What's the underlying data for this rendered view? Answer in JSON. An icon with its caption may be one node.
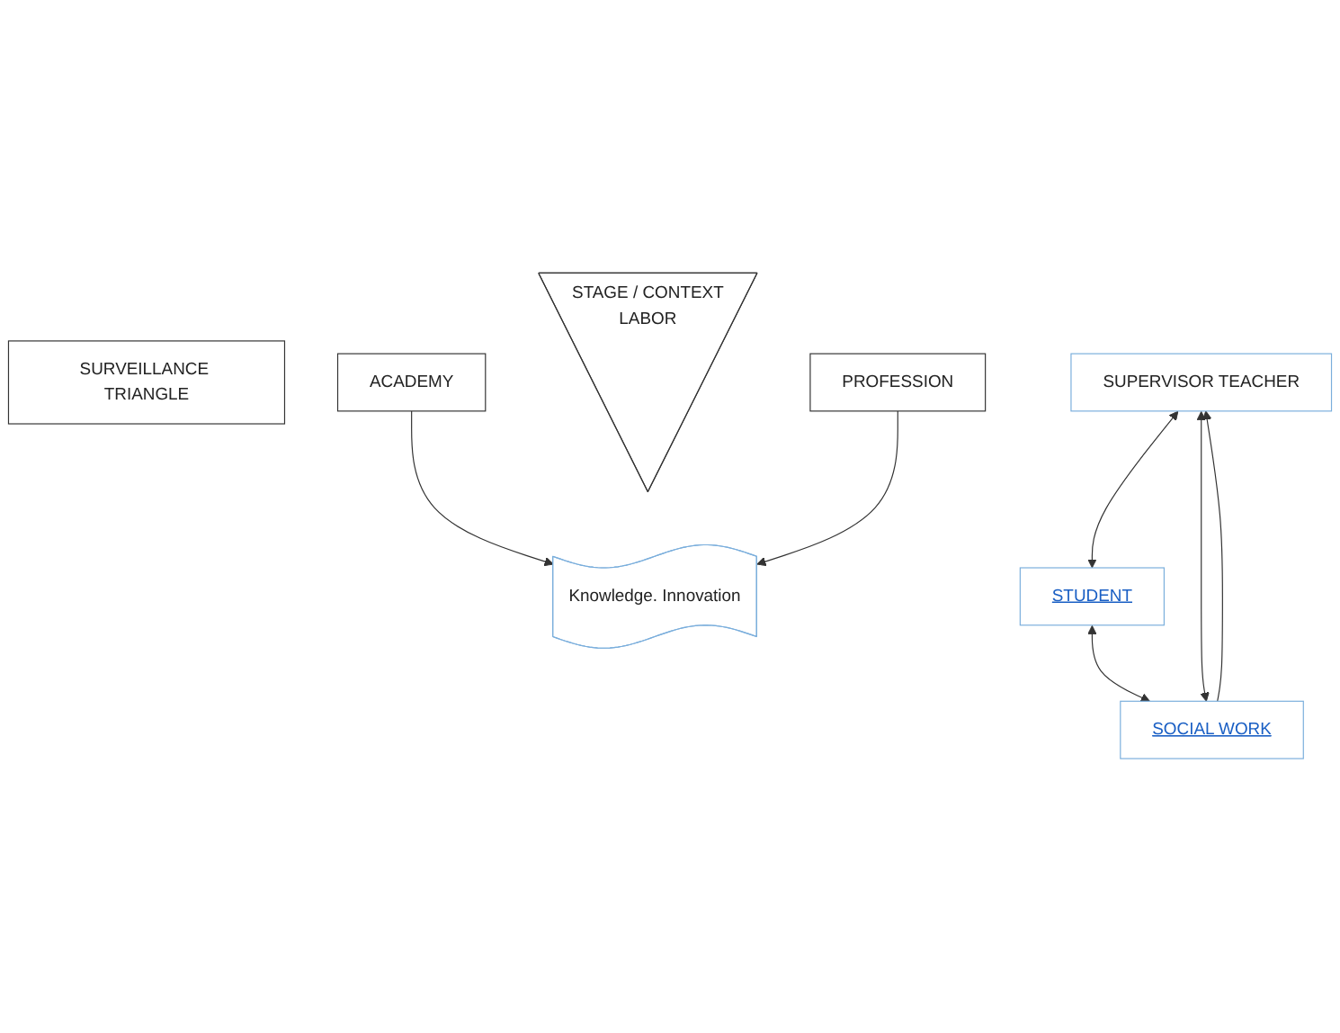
{
  "diagram": {
    "nodes": [
      {
        "text": [
          "SURVEILLANCE TRIANGLE"
        ]
      },
      {
        "text": [
          "SUPERVISOR TEACHER"
        ]
      },
      {
        "text": [
          "STUDENT"
        ]
      },
      {
        "text": [
          "STAGE / CONTEXT",
          "LABOR"
        ]
      },
      {
        "text": [
          "SOCIAL WORK"
        ]
      },
      {
        "text": [
          "ACADEMY"
        ]
      },
      {
        "text": [
          "Knowledge. Innovation"
        ]
      },
      {
        "text": [
          "PROFESSION"
        ]
      }
    ],
    "edges": [
      {
        "from": 1,
        "to": 2,
        "arrow": "both"
      },
      {
        "from": 1,
        "to": 4,
        "arrow": "both"
      },
      {
        "from": 4,
        "to": 1,
        "arrow": "to"
      },
      {
        "from": 2,
        "to": 4,
        "arrow": "both"
      },
      {
        "from": 5,
        "to": 6,
        "arrow": "to"
      },
      {
        "from": 7,
        "to": 6,
        "arrow": "to"
      }
    ]
  }
}
